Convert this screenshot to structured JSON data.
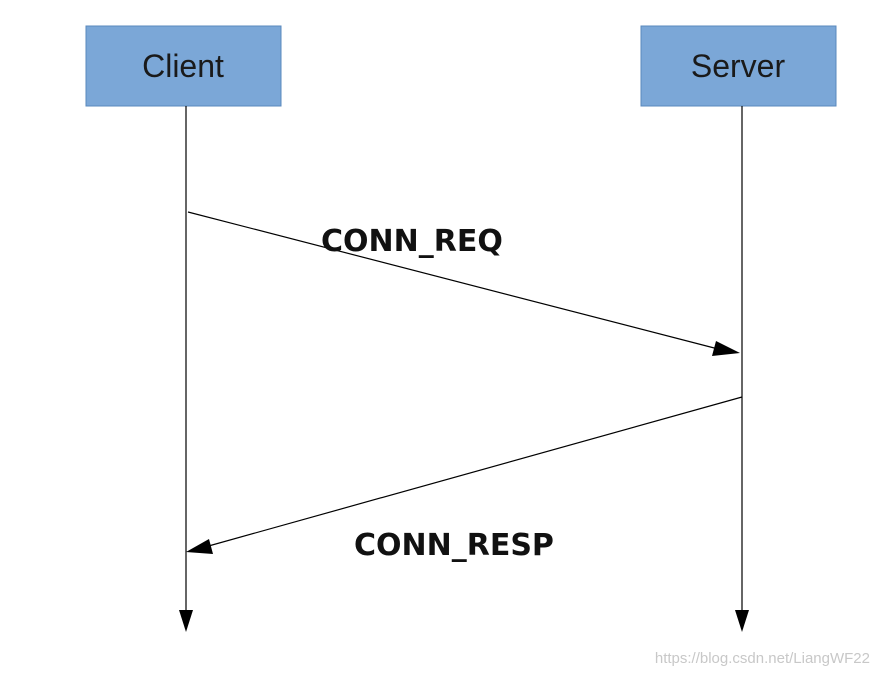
{
  "actors": {
    "client": {
      "label": "Client"
    },
    "server": {
      "label": "Server"
    }
  },
  "messages": [
    {
      "label": "CONN_REQ",
      "from": "client",
      "to": "server"
    },
    {
      "label": "CONN_RESP",
      "from": "server",
      "to": "client"
    }
  ],
  "watermark": "https://blog.csdn.net/LiangWF22",
  "colors": {
    "actor_fill": "#7ba7d7",
    "actor_border": "#5a88bc",
    "line": "#000000",
    "watermark": "#c8c8c8"
  }
}
